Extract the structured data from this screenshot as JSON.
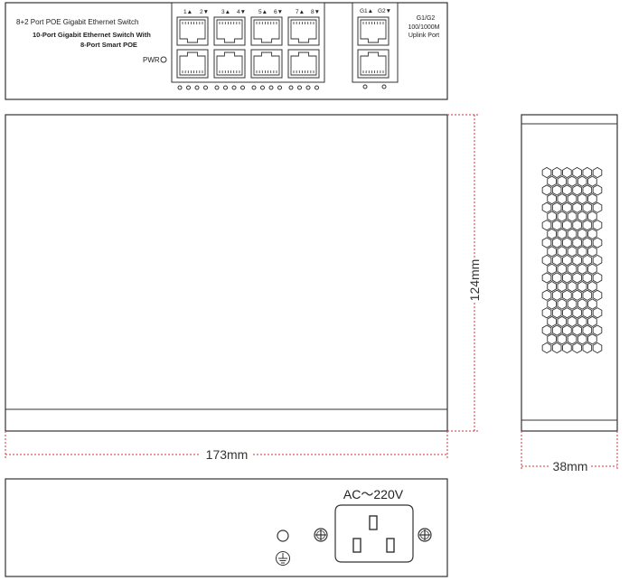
{
  "front_panel": {
    "title": "8+2 Port POE Gigabit Ethernet Switch",
    "subtitle_line1": "10-Port Gigabit Ethernet Switch With",
    "subtitle_line2": "8-Port Smart POE",
    "pwr_label": "PWR",
    "port_labels": [
      "1▲",
      "2▼",
      "3▲",
      "4▼",
      "5▲",
      "6▼",
      "7▲",
      "8▼"
    ],
    "uplink_labels": [
      "G1▲",
      "G2▼"
    ],
    "uplink_title_line1": "G1/G2",
    "uplink_title_line2": "100/1000M",
    "uplink_title_line3": "Uplink Port"
  },
  "dimensions": {
    "height": "124mm",
    "width": "173mm",
    "depth": "38mm"
  },
  "rear_panel": {
    "power_label": "AC～220V"
  }
}
